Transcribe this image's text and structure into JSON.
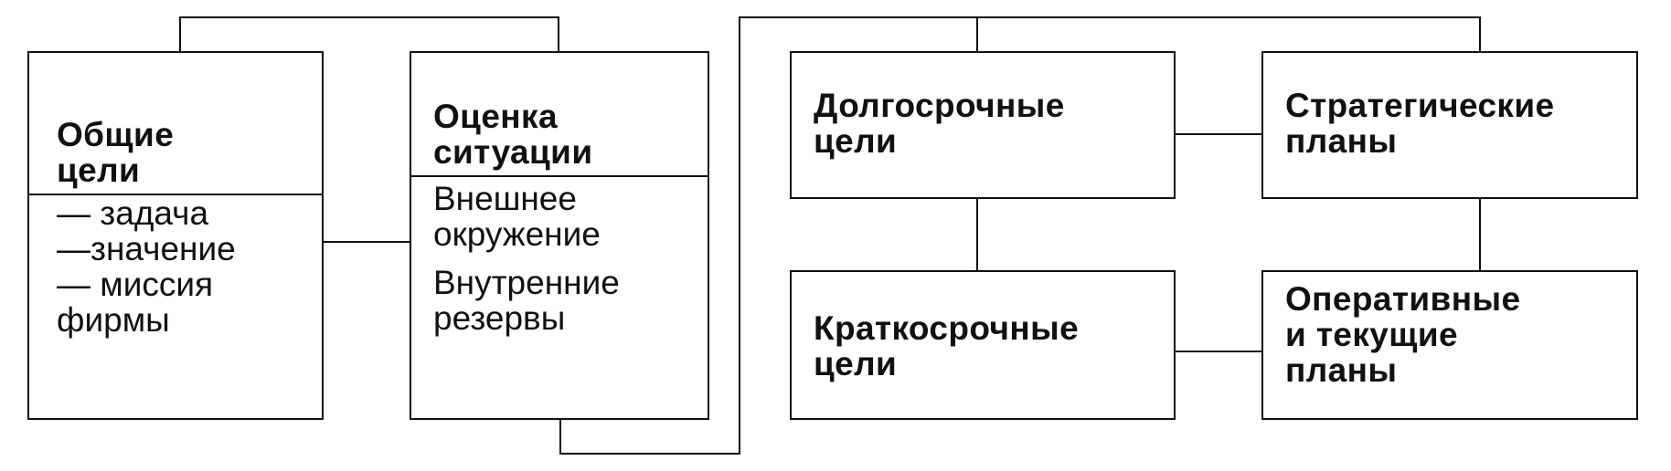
{
  "diagram": {
    "general_goals": {
      "title_line1": "Общие",
      "title_line2": "цели",
      "items": [
        "— задача",
        "—значение",
        "— миссия",
        "фирмы"
      ]
    },
    "situation": {
      "title_line1": "Оценка",
      "title_line2": "ситуации",
      "items": [
        "Внешнее",
        "окружение",
        "Внутренние",
        "резервы"
      ]
    },
    "long_term_goals": {
      "title_line1": "Долгосрочные",
      "title_line2": "цели"
    },
    "strategic_plans": {
      "title_line1": "Стратегические",
      "title_line2": "планы"
    },
    "short_term_goals": {
      "title_line1": "Краткосрочные",
      "title_line2": "цели"
    },
    "operational_plans": {
      "title_line1": "Оперативные",
      "title_line2": "и текущие",
      "title_line3": "планы"
    }
  }
}
